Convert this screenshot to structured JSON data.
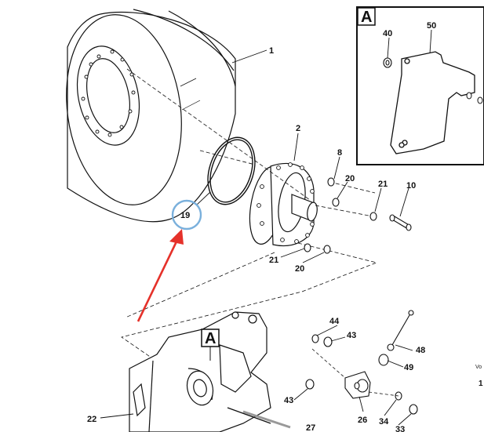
{
  "detail_view": {
    "letter": "A"
  },
  "main_view": {
    "detail_marker_letter": "A"
  },
  "callouts": {
    "c1": "1",
    "c2": "2",
    "c8": "8",
    "c10": "10",
    "c19": "19",
    "c20a": "20",
    "c20b": "20",
    "c21a": "21",
    "c21b": "21",
    "c22": "22",
    "c26": "26",
    "c27": "27",
    "c33": "33",
    "c34": "34",
    "c40": "40",
    "c43a": "43",
    "c43b": "43",
    "c44": "44",
    "c48": "48",
    "c49": "49",
    "c50": "50"
  },
  "edge_text": {
    "top": "Vo",
    "bottom": "1"
  },
  "colors": {
    "highlight_circle": "#7ab0dc",
    "arrow": "#e5312a",
    "line": "#111111"
  }
}
